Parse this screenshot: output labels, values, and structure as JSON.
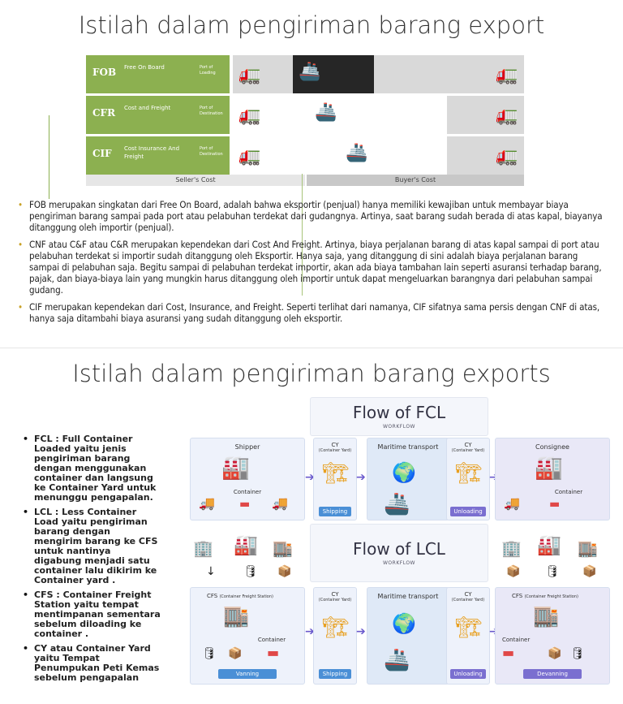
{
  "slide1": {
    "title": "Istilah dalam pengiriman barang  export",
    "table": {
      "rows": [
        {
          "code": "FOB",
          "name": "Free On Board",
          "port": "Port of Loading"
        },
        {
          "code": "CFR",
          "name": "Cost and Freight",
          "port": "Port of Destination"
        },
        {
          "code": "CIF",
          "name": "Cost Insurance And Freight",
          "port": "Port of Destination"
        }
      ],
      "sellers_cost": "Seller's Cost",
      "buyers_cost": "Buyer's Cost",
      "colors": {
        "seller": "#8cb050",
        "dark": "#262626",
        "light": "#d9d9d9"
      }
    },
    "bullets": [
      "FOB merupakan singkatan dari Free On Board, adalah bahwa eksportir (penjual) hanya memiliki kewajiban untuk membayar biaya pengiriman barang sampai pada port atau pelabuhan terdekat dari gudangnya. Artinya, saat barang sudah berada di atas kapal, biayanya ditanggung oleh importir (penjual).",
      "CNF atau C&F atau C&R merupakan kependekan dari Cost And Freight. Artinya, biaya perjalanan barang di atas kapal sampai di port atau pelabuhan terdekat si importir sudah ditanggung oleh Eksportir. Hanya saja, yang ditanggung di sini adalah biaya perjalanan barang sampai di pelabuhan saja. Begitu sampai di pelabuhan terdekat importir, akan ada biaya tambahan lain seperti asuransi terhadap barang, pajak, dan biaya-biaya lain yang mungkin harus ditanggung oleh importir untuk dapat mengeluarkan barangnya dari pelabuhan sampai gudang.",
      "CIF merupakan kependekan dari Cost, Insurance, and Freight. Seperti terlihat dari namanya, CIF sifatnya sama persis dengan CNF di atas, hanya saja ditambahi biaya asuransi yang sudah ditanggung oleh eksportir."
    ]
  },
  "slide2": {
    "title": "Istilah dalam pengiriman barang  exports",
    "bullets": [
      "FCL : Full Container Loaded yaitu jenis pengiriman barang dengan menggunakan container dan langsung ke Container Yard untuk menunggu pengapalan.",
      "LCL : Less Container Load yaitu pengiriman barang dengan mengirim barang ke CFS untuk nantinya digabung menjadi satu container lalu dikirim ke Container yard .",
      "CFS : Container Freight Station yaitu tempat mentimpanan sementara sebelum diloading ke container .",
      "CY atau Container Yard yaitu Tempat Penumpukan Peti Kemas sebelum pengapalan"
    ],
    "diagram": {
      "fcl_title": "Flow of FCL",
      "lcl_title": "Flow of LCL",
      "workflow": "WORKFLOW",
      "shipper": "Shipper",
      "cy": "CY",
      "cy_sub": "(Container Yard)",
      "maritime": "Maritime transport",
      "consignee": "Consignee",
      "container": "Container",
      "shipping": "Shipping",
      "unloading": "Unloading",
      "cfs": "CFS",
      "cfs_sub": "(Container Freight Station)",
      "vanning": "Vanning",
      "devanning": "Devanning"
    }
  }
}
